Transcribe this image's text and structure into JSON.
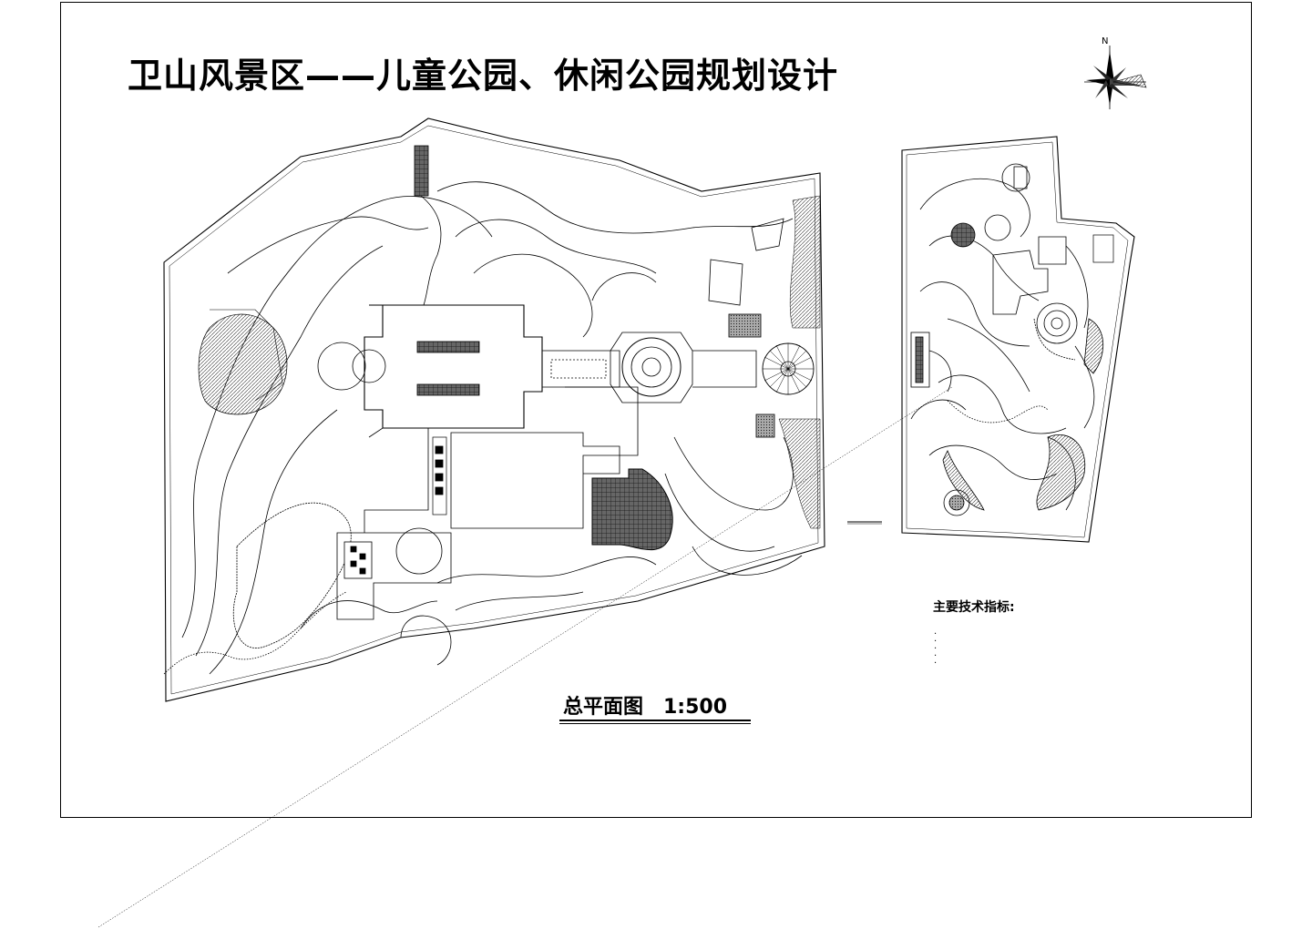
{
  "title": "卫山风景区——儿童公园、休闲公园规划设计",
  "north_label": "N",
  "plan_title": "总平面图　1:500",
  "tech_title": "主要技术指标:",
  "tech_placeholder": ".\n.\n.\n.\n.",
  "colors": {
    "line": "#000000",
    "hatch": "#555555",
    "background": "#ffffff"
  },
  "icons": [
    "north-arrow-icon",
    "compass-rose-icon"
  ]
}
